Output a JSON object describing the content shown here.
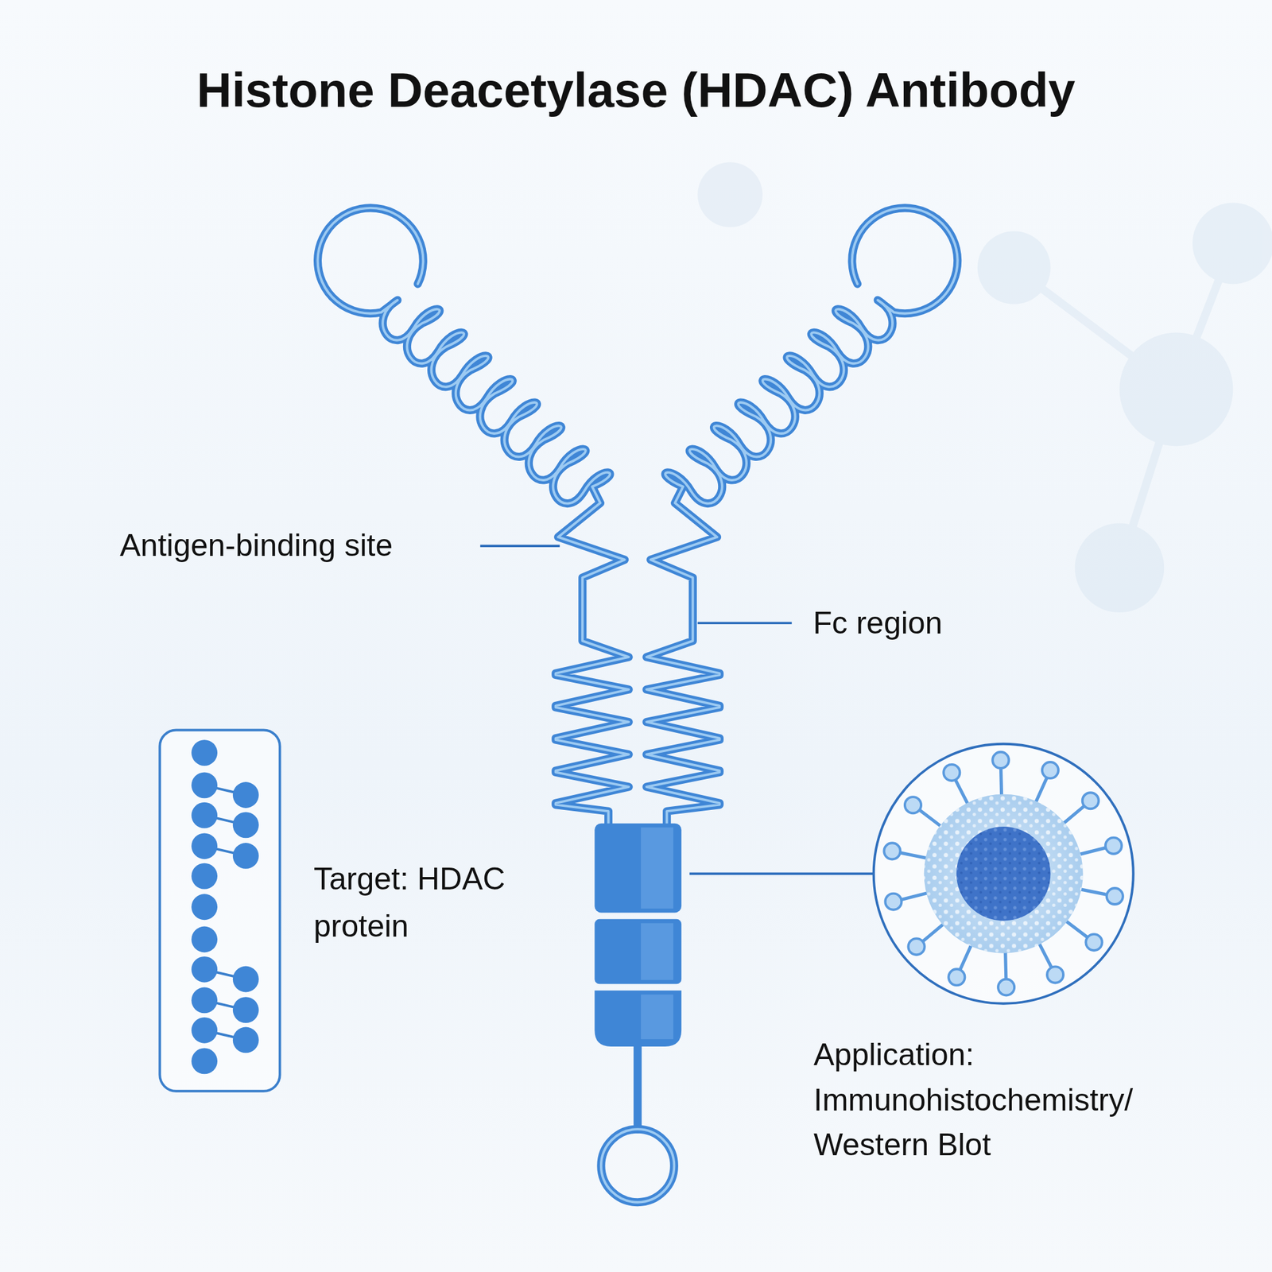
{
  "diagram": {
    "title": "Histone Deacetylase (HDAC) Antibody",
    "labels": [
      "Antigen-binding site",
      "Fc region",
      "Target: HDAC protein",
      "Application: Immunohistochemistry/ Western Blot"
    ]
  }
}
